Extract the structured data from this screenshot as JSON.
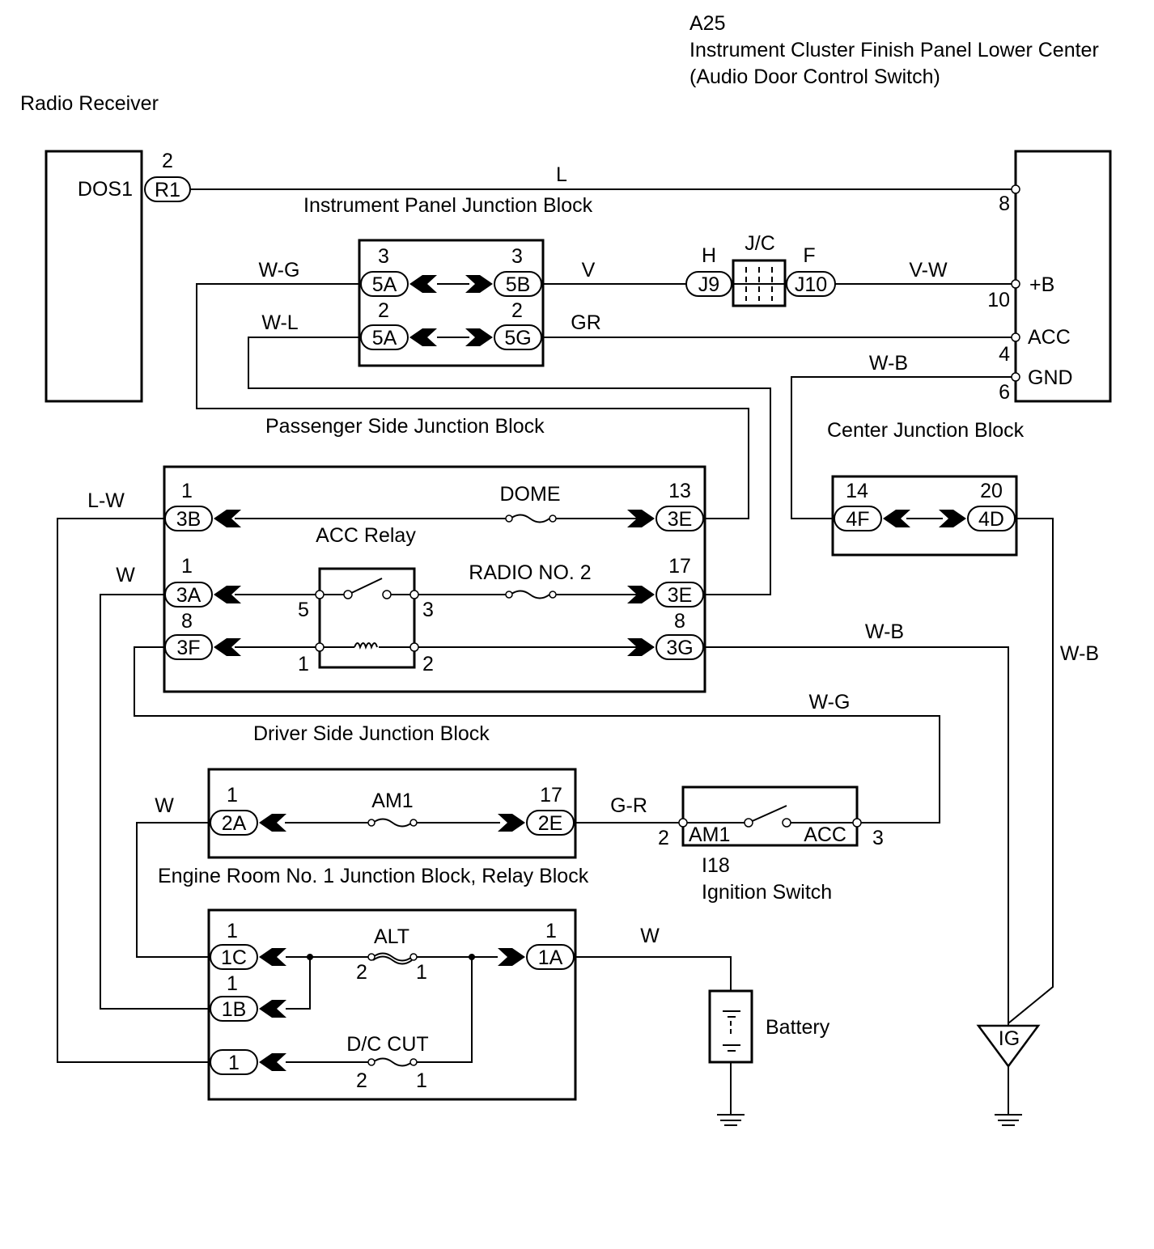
{
  "header": {
    "connector_code": "A25",
    "title": "Instrument Cluster Finish Panel Lower Center",
    "subtitle": "(Audio Door Control Switch)"
  },
  "radio_receiver": {
    "label": "Radio Receiver",
    "terminal_name": "DOS1",
    "pin_number": "2",
    "connector": "R1"
  },
  "switch_unit": {
    "pin_8": "8",
    "pin_10": "10",
    "pin_4": "4",
    "pin_6": "6",
    "term_b": "+B",
    "term_acc": "ACC",
    "term_gnd": "GND"
  },
  "wires": {
    "l": "L",
    "w_g_top": "W-G",
    "w_l": "W-L",
    "v": "V",
    "v_w": "V-W",
    "gr": "GR",
    "w_b_gnd": "W-B",
    "l_w": "L-W",
    "w_left": "W",
    "w_b_mid": "W-B",
    "w_b_right": "W-B",
    "w_g_low": "W-G",
    "w_engine": "W",
    "g_r": "G-R",
    "w_battery": "W"
  },
  "instrument_panel_jb": {
    "label": "Instrument Panel Junction Block",
    "c1": {
      "pin": "3",
      "name": "5A"
    },
    "c2": {
      "pin": "3",
      "name": "5B"
    },
    "c3": {
      "pin": "2",
      "name": "5A"
    },
    "c4": {
      "pin": "2",
      "name": "5G"
    }
  },
  "jc": {
    "label": "J/C",
    "left_pin": "H",
    "left_name": "J9",
    "right_pin": "F",
    "right_name": "J10"
  },
  "passenger_jb": {
    "label": "Passenger Side Junction Block",
    "relay_label": "ACC Relay",
    "fuse_dome": "DOME",
    "fuse_radio": "RADIO NO. 2",
    "c_3b": {
      "pin": "1",
      "name": "3B"
    },
    "c_3e_top": {
      "pin": "13",
      "name": "3E"
    },
    "c_3a": {
      "pin": "1",
      "name": "3A"
    },
    "c_3e_mid": {
      "pin": "17",
      "name": "3E"
    },
    "c_3f": {
      "pin": "8",
      "name": "3F"
    },
    "c_3g": {
      "pin": "8",
      "name": "3G"
    },
    "relay_pins": {
      "p5": "5",
      "p3": "3",
      "p1": "1",
      "p2": "2"
    }
  },
  "center_jb": {
    "label": "Center Junction Block",
    "c_4f": {
      "pin": "14",
      "name": "4F"
    },
    "c_4d": {
      "pin": "20",
      "name": "4D"
    }
  },
  "driver_jb": {
    "label": "Driver Side Junction Block",
    "fuse": "AM1",
    "c_2a": {
      "pin": "1",
      "name": "2A"
    },
    "c_2e": {
      "pin": "17",
      "name": "2E"
    }
  },
  "ignition_switch": {
    "code": "I18",
    "label": "Ignition Switch",
    "term_am1": "AM1",
    "term_acc": "ACC",
    "pin_left": "2",
    "pin_right": "3"
  },
  "engine_room_jb": {
    "label": "Engine Room No. 1 Junction Block, Relay Block",
    "fuse_alt": "ALT",
    "fuse_dc": "D/C CUT",
    "alt_pin_left": "2",
    "alt_pin_right": "1",
    "dc_pin_left": "2",
    "dc_pin_right": "1",
    "c_1c": {
      "pin": "1",
      "name": "1C"
    },
    "c_1b": {
      "pin": "1",
      "name": "1B"
    },
    "c_1": {
      "name": "1"
    },
    "c_1a": {
      "pin": "1",
      "name": "1A"
    }
  },
  "battery": {
    "label": "Battery"
  },
  "ground_ig": {
    "label": "IG"
  }
}
